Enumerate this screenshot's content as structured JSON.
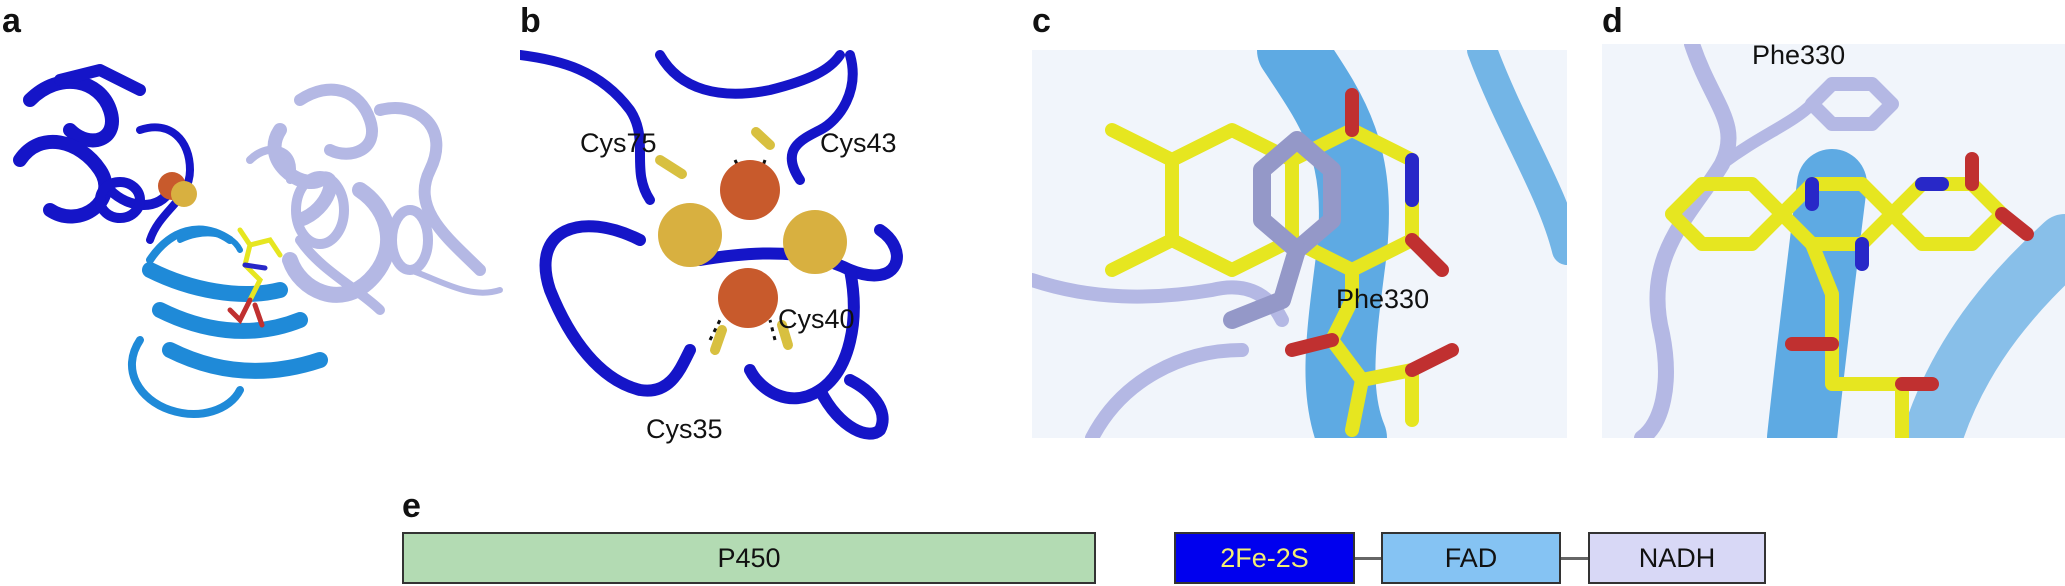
{
  "panels": {
    "a": {
      "letter": "a"
    },
    "b": {
      "letter": "b",
      "labels": {
        "cys75": "Cys75",
        "cys43": "Cys43",
        "cys40": "Cys40",
        "cys35": "Cys35"
      }
    },
    "c": {
      "letter": "c",
      "labels": {
        "phe330": "Phe330"
      }
    },
    "d": {
      "letter": "d",
      "labels": {
        "phe330": "Phe330"
      }
    }
  },
  "domain_diagram": {
    "letter": "e",
    "domains": [
      {
        "id": "p450",
        "label": "P450",
        "fill": "#b3dbb3",
        "text_color": "#111111"
      },
      {
        "id": "fes",
        "label": "2Fe-2S",
        "fill": "#0000ee",
        "text_color": "#f3ef74"
      },
      {
        "id": "fad",
        "label": "FAD",
        "fill": "#85c3f3",
        "text_color": "#111111"
      },
      {
        "id": "nadh",
        "label": "NADH",
        "fill": "#d8d8f6",
        "text_color": "#111111"
      }
    ]
  },
  "colors": {
    "fes_domain": "#1515c8",
    "fad_domain": "#1f8ad8",
    "nadh_domain": "#b4b8e4",
    "iron": "#c85a2c",
    "sulfur": "#d8b040",
    "fad_carbon": "#e6e620",
    "nitrogen": "#2828c8",
    "oxygen": "#c03030"
  }
}
